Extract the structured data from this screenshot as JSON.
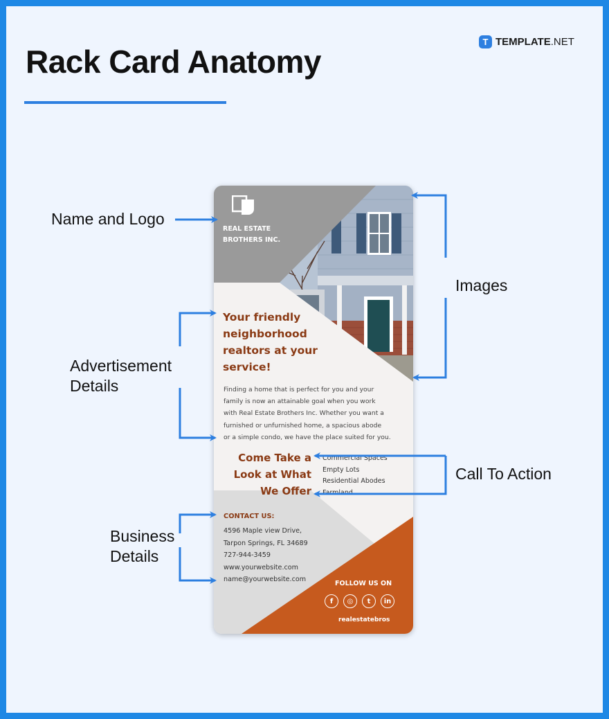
{
  "title": "Rack Card Anatomy",
  "brand": {
    "name": "TEMPLATE",
    "suffix": ".NET",
    "icon": "T"
  },
  "labels": {
    "name_logo": "Name and Logo",
    "images": "Images",
    "advertisement": [
      "Advertisement",
      "Details"
    ],
    "call_to_action": "Call To Action",
    "business": [
      "Business",
      "Details"
    ]
  },
  "card": {
    "company": [
      "REAL ESTATE",
      "BROTHERS INC."
    ],
    "headline": [
      "Your friendly",
      "neighborhood",
      "realtors at your",
      "service!"
    ],
    "body": [
      "Finding a home that is perfect for you and your",
      "family is now an attainable goal when you work",
      "with Real Estate Brothers Inc. Whether you want a",
      "furnished or unfurnished home, a spacious abode",
      "or a simple condo, we have the place suited for you."
    ],
    "cta": [
      "Come Take a",
      "Look at What",
      "We Offer"
    ],
    "offers": [
      "Commercial Spaces",
      "Empty Lots",
      "Residential Abodes",
      "Farmland"
    ],
    "contact_heading": "CONTACT US:",
    "contact": [
      "4596 Maple view Drive,",
      "Tarpon Springs, FL 34689",
      "727-944-3459",
      "www.yourwebsite.com",
      "name@yourwebsite.com"
    ],
    "follow": "FOLLOW US ON",
    "socials": [
      {
        "icon": "facebook-icon",
        "glyph": "f"
      },
      {
        "icon": "instagram-icon",
        "glyph": "◎"
      },
      {
        "icon": "twitter-icon",
        "glyph": "t"
      },
      {
        "icon": "linkedin-icon",
        "glyph": "in"
      }
    ],
    "handle": "realestatebros"
  },
  "colors": {
    "accent_blue": "#2d7fe0",
    "brown_text": "#8a3a14",
    "orange": "#c65a1e",
    "gray_banner": "#9a9a9a"
  }
}
